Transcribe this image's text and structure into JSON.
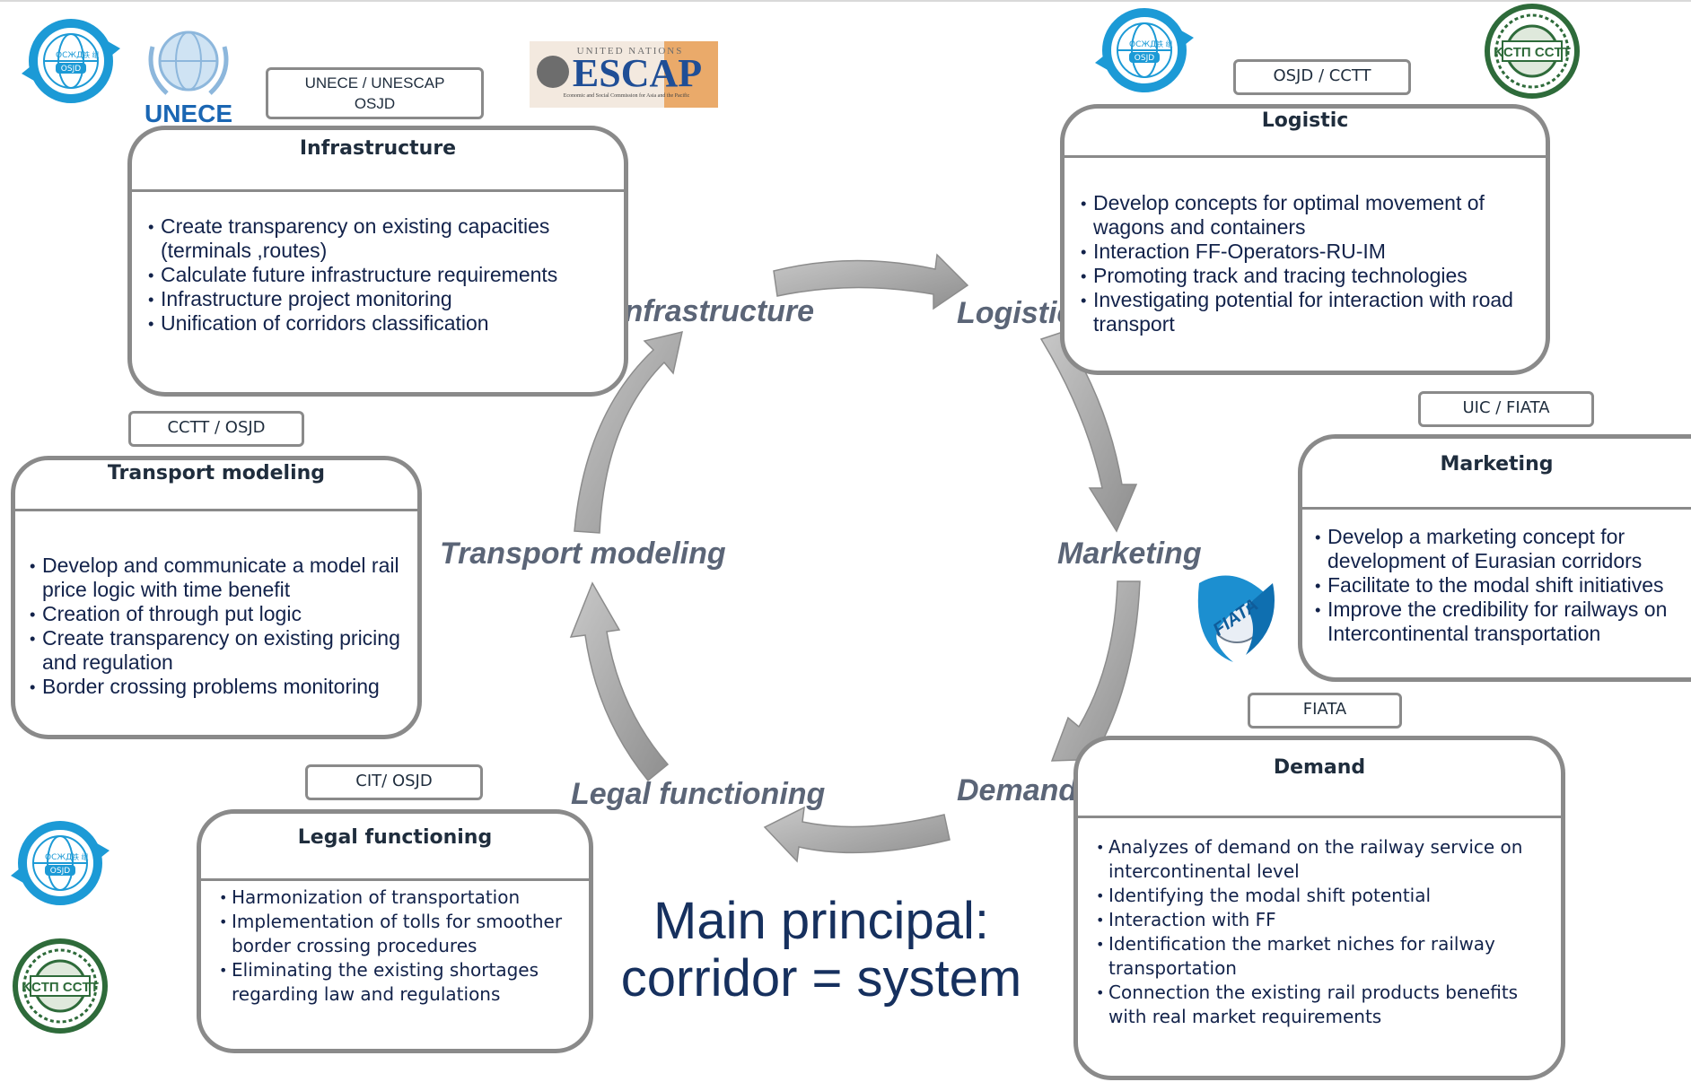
{
  "boxes": {
    "infrastructure": {
      "title": "Infrastructure",
      "items": [
        "Create transparency on existing capacities (terminals ,routes)",
        "Calculate future infrastructure requirements",
        "Infrastructure project monitoring",
        "Unification of corridors classification"
      ]
    },
    "logistic": {
      "title": "Logistic",
      "items": [
        "Develop concepts for optimal movement of wagons and containers",
        "Interaction FF-Operators-RU-IM",
        "Promoting track and tracing technologies",
        "Investigating potential for interaction with road transport"
      ]
    },
    "marketing": {
      "title": "Marketing",
      "items": [
        "Develop a marketing concept for development of Eurasian corridors",
        "Facilitate to the modal shift initiatives",
        "Improve the credibility for railways on Intercontinental transportation"
      ]
    },
    "demand": {
      "title": "Demand",
      "items": [
        "Analyzes of demand on the railway service on intercontinental level",
        "Identifying the modal shift potential",
        "Interaction with FF",
        "Identification the market niches for railway transportation",
        "Connection the existing rail products benefits with real market requirements"
      ]
    },
    "legal": {
      "title": "Legal functioning",
      "items": [
        "Harmonization of transportation",
        "Implementation of  tolls for smoother border crossing procedures",
        "Eliminating the existing shortages regarding law and regulations"
      ]
    },
    "transport": {
      "title": "Transport modeling",
      "items": [
        "Develop and communicate a  model rail price logic with time benefit",
        "Creation of through put logic",
        "Create transparency on existing pricing and regulation",
        "Border crossing problems monitoring"
      ]
    }
  },
  "tags": {
    "infrastructure": [
      "UNECE / UNESCAP",
      "OSJD"
    ],
    "logistic": "OSJD / CCTT",
    "marketing": "UIC / FIATA",
    "demand": "FIATA",
    "legal": "CIT/ OSJD",
    "transport": "CCTT / OSJD"
  },
  "cycle": {
    "infrastructure": "Infrastructure",
    "logistic": "Logistic",
    "marketing": "Marketing",
    "demand": "Demand",
    "legal": "Legal functioning",
    "transport": "Transport modeling"
  },
  "main": {
    "line1": "Main principal:",
    "line2": "corridor = system"
  },
  "logos": {
    "osjd": [
      "ОСЖД",
      "铁 组",
      "OSJD"
    ],
    "unece": "UNECE",
    "escap_top": "UNITED NATIONS",
    "escap": "ESCAP",
    "escap_sub": "Economic and Social Commission for Asia and the Pacific",
    "cctt": "KCTП CCTT",
    "fiata": "FIATA"
  },
  "colors": {
    "border": "#8a8a8a",
    "arrow": "#a6a6a6",
    "text": "#12224a",
    "osjd": "#1c9ad6",
    "cctt": "#2e6b3a"
  }
}
